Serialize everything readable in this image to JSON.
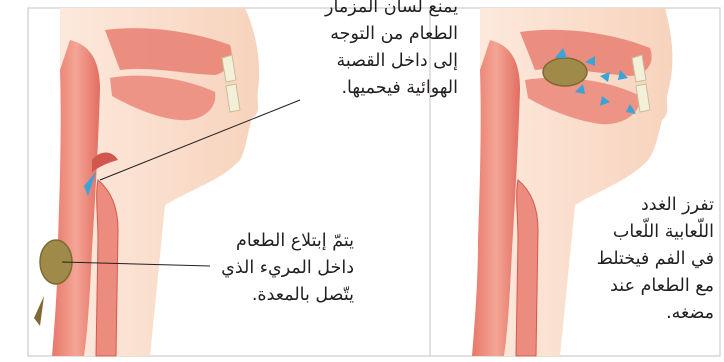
{
  "captions": {
    "epiglottis": "يمنع لسان المزمار\nالطعام من التوجه\nإلى داخل القصبة\nالهوائية فيحميها.",
    "swallow": "يتمّ إبتلاع الطعام\nداخل المريء الذي\nيتّصل بالمعدة.",
    "saliva": "تفرز الغدد\nاللّعابية اللّعاب\nفي الفم فيختلط\nمع الطعام عند\nمضغه."
  },
  "colors": {
    "skin": "#fbe3d2",
    "tissue": "#ec8a7c",
    "tissue_dark": "#d4574d",
    "food": "#a08a4a",
    "saliva": "#3aa3d8",
    "frame": "#c7c3c1"
  }
}
